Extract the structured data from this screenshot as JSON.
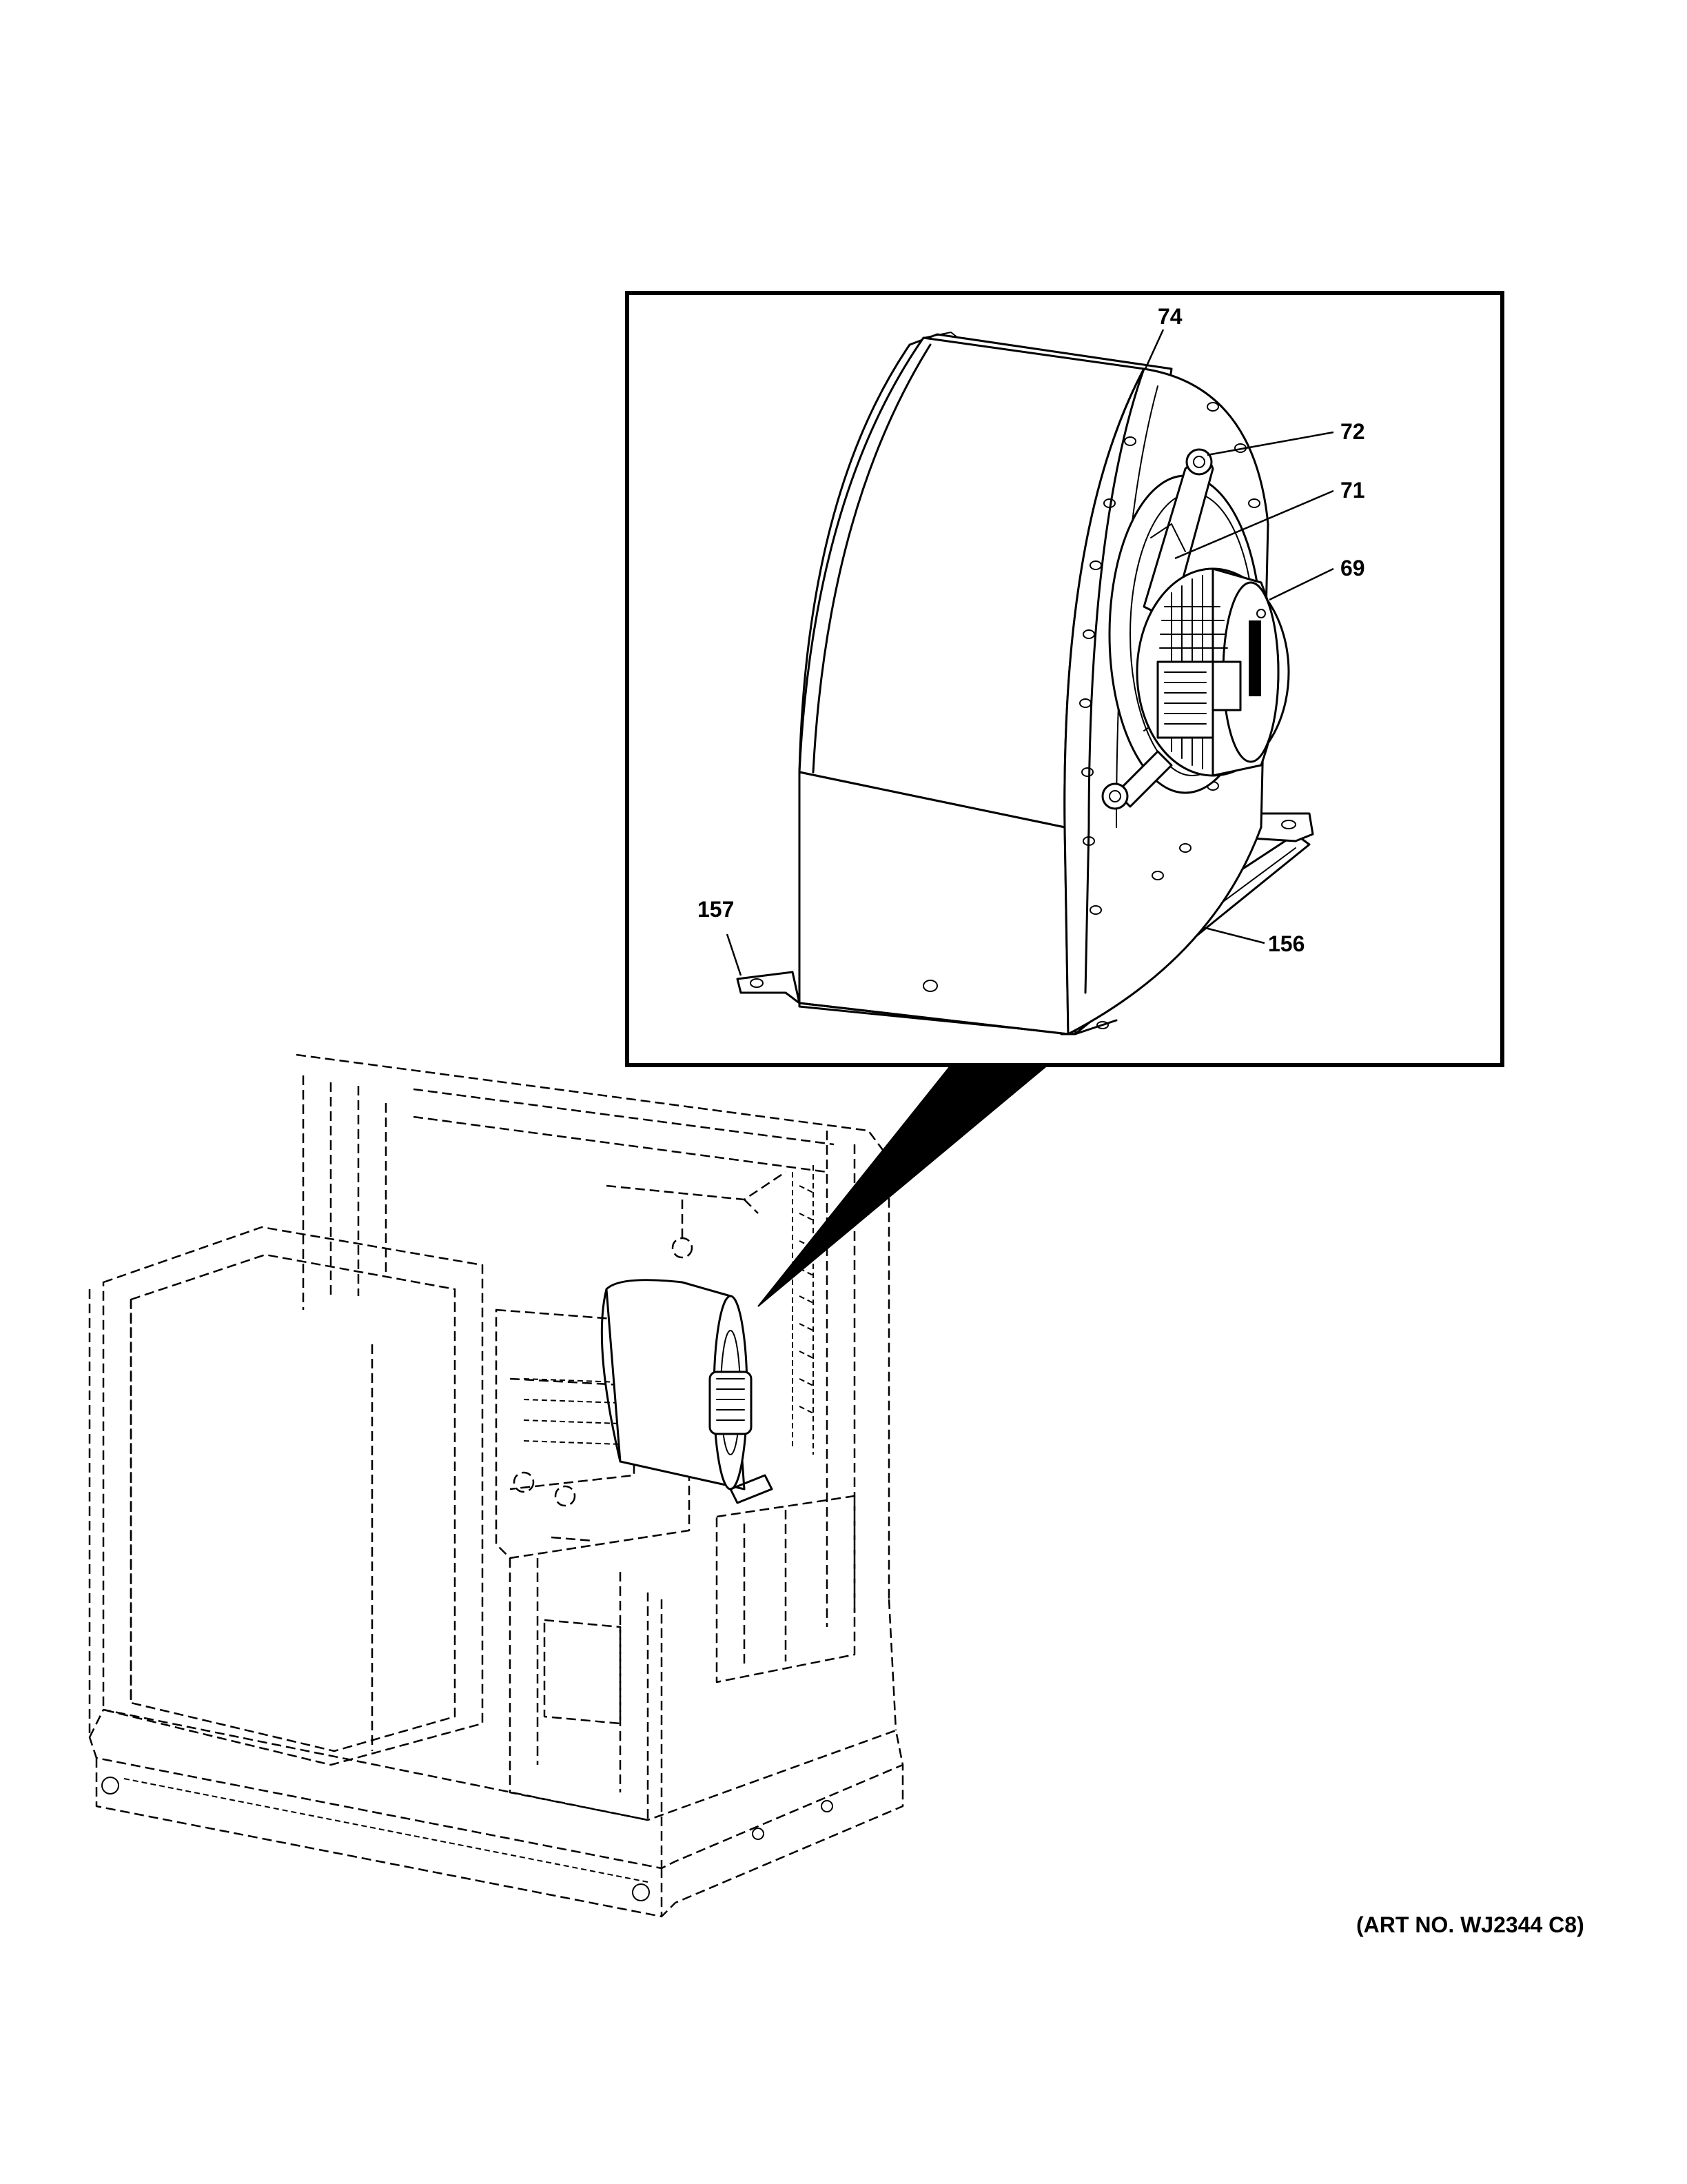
{
  "callouts": {
    "c74": "74",
    "c72": "72",
    "c71": "71",
    "c69": "69",
    "c157": "157",
    "c156": "156"
  },
  "art_number": "(ART NO. WJ2344 C8)"
}
